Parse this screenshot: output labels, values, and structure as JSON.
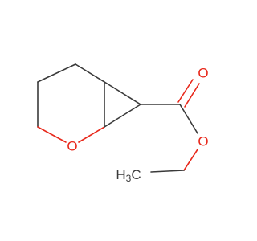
{
  "molecule": {
    "atoms": {
      "ring_oxygen": {
        "symbol": "O",
        "color": "#e8281b"
      },
      "carbonyl_oxygen": {
        "symbol": "O",
        "color": "#e8281b"
      },
      "ester_oxygen": {
        "symbol": "O",
        "color": "#e8281b"
      },
      "methyl": {
        "main": "H",
        "subscript": "3",
        "tail": "C",
        "color": "#3a3a3a"
      }
    },
    "colors": {
      "bond": "#3a3a3a",
      "heteroatom": "#e8281b"
    }
  }
}
